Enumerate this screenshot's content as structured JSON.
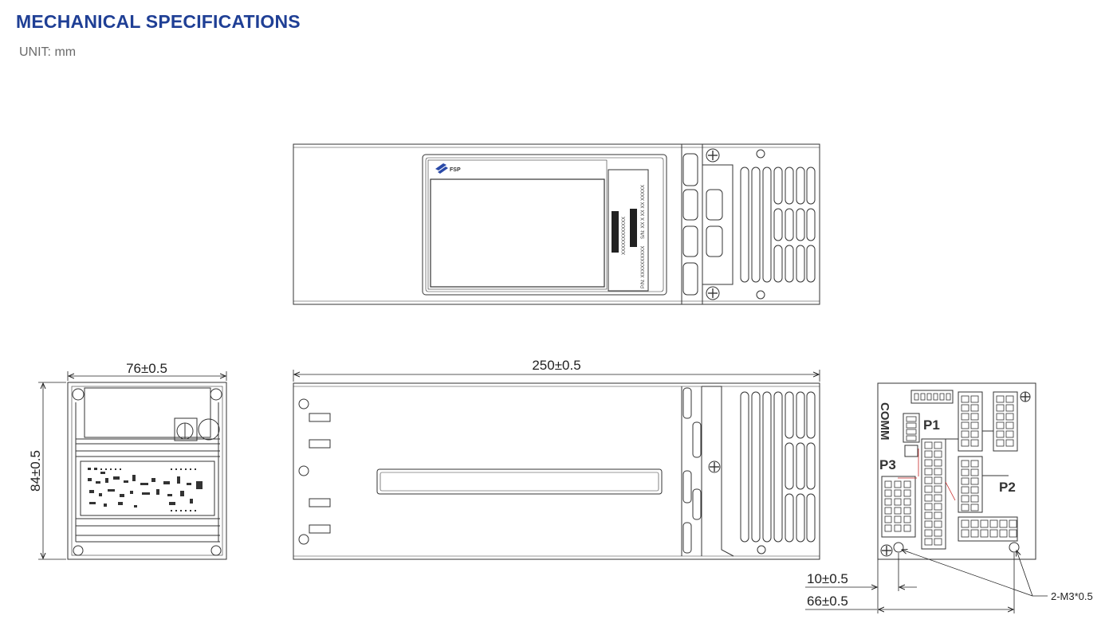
{
  "header": {
    "title": "MECHANICAL SPECIFICATIONS",
    "unit": "UNIT: mm"
  },
  "top_view": {
    "brand": "FSP",
    "pn_label": "P/N: XXXXXXXXXX",
    "sn_label": "S/N: XX X XX XX XXXXX",
    "barcode_text": "XXXXXXXXXXXX"
  },
  "dimensions": {
    "width": "76±0.5",
    "height": "84±0.5",
    "length": "250±0.5",
    "hole_offset": "10±0.5",
    "hole_spacing": "66±0.5",
    "screw_note": "2-M3*0.5"
  },
  "connectors": {
    "comm": "COMM",
    "p1": "P1",
    "p2": "P2",
    "p3": "P3"
  },
  "colors": {
    "title": "#1f3f95",
    "line": "#333333"
  }
}
